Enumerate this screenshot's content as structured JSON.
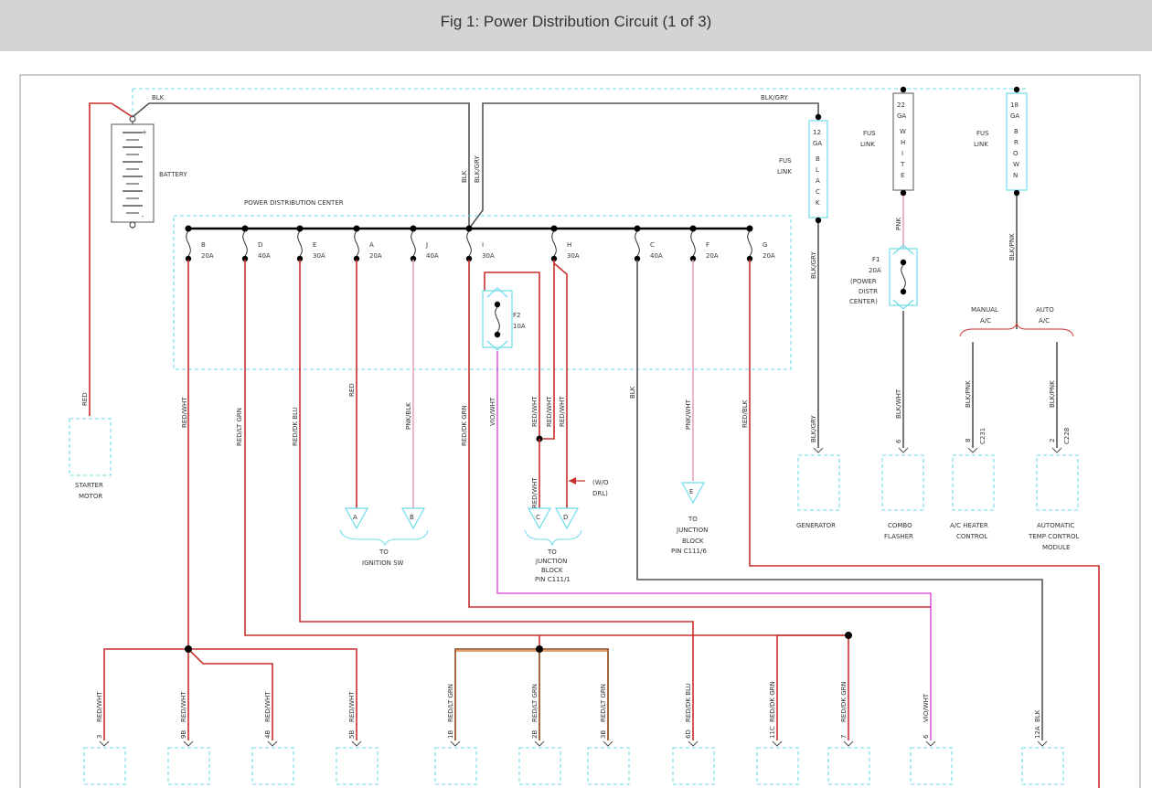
{
  "header": {
    "title": "Fig 1: Power Distribution Circuit (1 of 3)"
  },
  "battery": {
    "label": "BATTERY",
    "plus": "+",
    "minus": "-"
  },
  "pdc": {
    "title": "POWER DISTRIBUTION CENTER",
    "fuses": [
      {
        "id": "B",
        "amps": "20A"
      },
      {
        "id": "D",
        "amps": "40A"
      },
      {
        "id": "E",
        "amps": "30A"
      },
      {
        "id": "A",
        "amps": "20A"
      },
      {
        "id": "J",
        "amps": "40A"
      },
      {
        "id": "I",
        "amps": "30A"
      },
      {
        "id": "H",
        "amps": "30A"
      },
      {
        "id": "C",
        "amps": "40A"
      },
      {
        "id": "F",
        "amps": "20A"
      },
      {
        "id": "G",
        "amps": "20A"
      }
    ],
    "f2": {
      "name": "F2",
      "amps": "10A"
    }
  },
  "top_wires": {
    "blk": "BLK",
    "blk_gry": "BLK/GRY",
    "blk_v": "BLK",
    "blk_gry_v": "BLK/GRY"
  },
  "fusible_links": [
    {
      "ga": "12",
      "ga_label": "GA",
      "color_letters": [
        "B",
        "L",
        "A",
        "C",
        "K"
      ],
      "label1": "FUS",
      "label2": "LINK"
    },
    {
      "ga": "22",
      "ga_label": "GA",
      "color_letters": [
        "W",
        "H",
        "I",
        "T",
        "E"
      ],
      "label1": "FUS",
      "label2": "LINK"
    },
    {
      "ga": "18",
      "ga_label": "GA",
      "color_letters": [
        "B",
        "R",
        "O",
        "W",
        "N"
      ],
      "label1": "FUS",
      "label2": "LINK"
    }
  ],
  "f1": {
    "name": "F1",
    "amps": "20A",
    "note1": "(POWER",
    "note2": "DISTR",
    "note3": "CENTER)",
    "wire_in": "PNK"
  },
  "ac_options": {
    "manual1": "MANUAL",
    "manual2": "A/C",
    "auto1": "AUTO",
    "auto2": "A/C"
  },
  "wire_labels": {
    "red_starter": "RED",
    "b": "RED/WHT",
    "d": "RED/LT GRN",
    "e": "RED/DK BLU",
    "a": "RED",
    "j": "PNK/BLK",
    "i": "RED/DK GRN",
    "f2": "VIO/WHT",
    "h1": "RED/WHT",
    "h2": "RED/WHT",
    "h3": "RED/WHT",
    "c": "BLK",
    "f": "PNK/WHT",
    "g": "RED/BLK",
    "gen": "BLK/GRY",
    "gen2": "BLK/GRY",
    "flasher": "BLK/WHT",
    "ac1": "BLK/PNK",
    "ac2": "BLK/PNK",
    "brown": "BLK/PNK",
    "drl_note": "RED/WHT"
  },
  "connectors": {
    "a": "A",
    "b": "B",
    "c": "C",
    "d": "D",
    "e": "E",
    "ignition1": "TO",
    "ignition2": "IGNITION SW",
    "jb1": "TO",
    "jb2": "JUNCTION",
    "jb3": "BLOCK",
    "jb4": "PIN C111/1",
    "jbe1": "TO",
    "jbe2": "JUNCTION",
    "jbe3": "BLOCK",
    "jbe4": "PIN C111/6",
    "drl1": "(W/O",
    "drl2": "DRL)"
  },
  "components": {
    "starter1": "STARTER",
    "starter2": "MOTOR",
    "generator": "GENERATOR",
    "flasher1": "COMBO",
    "flasher2": "FLASHER",
    "ac1": "A/C HEATER",
    "ac2": "CONTROL",
    "atc1": "AUTOMATIC",
    "atc2": "TEMP CONTROL",
    "atc3": "MODULE"
  },
  "pins": {
    "gen": "",
    "flasher": "6",
    "ac": "8",
    "ac_conn": "C231",
    "atc": "2",
    "atc_conn": "C228"
  },
  "bottom": [
    {
      "wire": "RED/WHT",
      "pin": "3"
    },
    {
      "wire": "RED/WHT",
      "pin": "9B"
    },
    {
      "wire": "RED/WHT",
      "pin": "4B"
    },
    {
      "wire": "RED/WHT",
      "pin": "5B"
    },
    {
      "wire": "RED/LT GRN",
      "pin": "1B"
    },
    {
      "wire": "RED/LT GRN",
      "pin": "2B"
    },
    {
      "wire": "RED/LT GRN",
      "pin": "3B"
    },
    {
      "wire": "RED/DK BLU",
      "pin": "6D"
    },
    {
      "wire": "RED/DK GRN",
      "pin": "11C"
    },
    {
      "wire": "RED/DK GRN",
      "pin": "7"
    },
    {
      "wire": "VIO/WHT",
      "pin": "6"
    },
    {
      "wire": "BLK",
      "pin": "12A"
    }
  ]
}
